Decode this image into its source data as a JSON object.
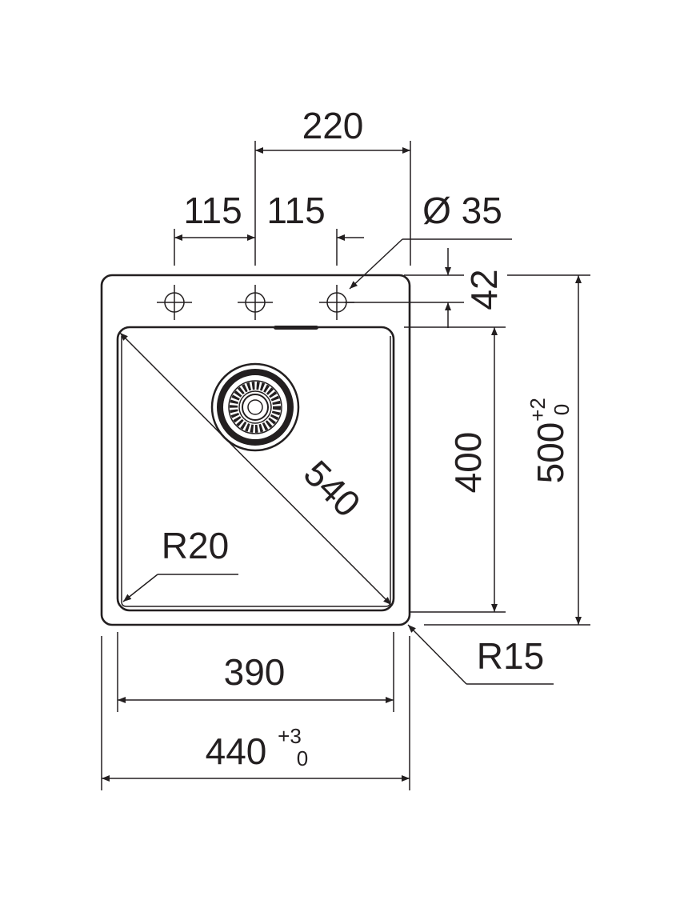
{
  "colors": {
    "ink": "#231f20",
    "background": "#ffffff"
  },
  "dimensions": {
    "tap_spacing_total": "220",
    "tap_spacing_left": "115",
    "tap_spacing_right": "115",
    "tap_hole_diameter": "Ø 35",
    "tap_hole_offset": "42",
    "bowl_length": "400",
    "overall_length": "500",
    "overall_length_tol_upper": "+2",
    "overall_length_tol_lower": "0",
    "bowl_diagonal": "540",
    "bowl_corner_radius": "R20",
    "outer_corner_radius": "R15",
    "bowl_width": "390",
    "overall_width": "440",
    "overall_width_tol_upper": "+3",
    "overall_width_tol_lower": "0"
  }
}
